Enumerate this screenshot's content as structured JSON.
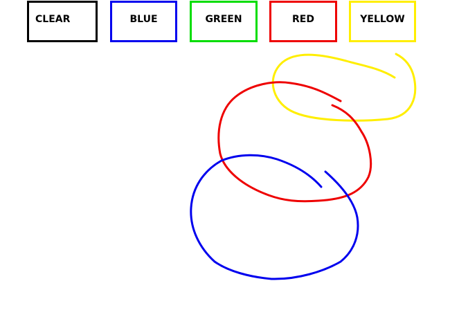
{
  "toolbar": {
    "buttons": [
      {
        "id": "btn-clear",
        "label": "CLEAR",
        "color": "#000000"
      },
      {
        "id": "btn-blue",
        "label": "BLUE",
        "color": "#0000ee"
      },
      {
        "id": "btn-green",
        "label": "GREEN",
        "color": "#00dd00"
      },
      {
        "id": "btn-red",
        "label": "RED",
        "color": "#ee0000"
      },
      {
        "id": "btn-yellow",
        "label": "YELLOW",
        "color": "#ffee00"
      }
    ]
  },
  "drawing": {
    "strokes": [
      {
        "name": "yellow-loop-stroke",
        "color": "#ffee00"
      },
      {
        "name": "red-loop-stroke",
        "color": "#ee0000"
      },
      {
        "name": "blue-loop-stroke",
        "color": "#0000ee"
      }
    ]
  }
}
